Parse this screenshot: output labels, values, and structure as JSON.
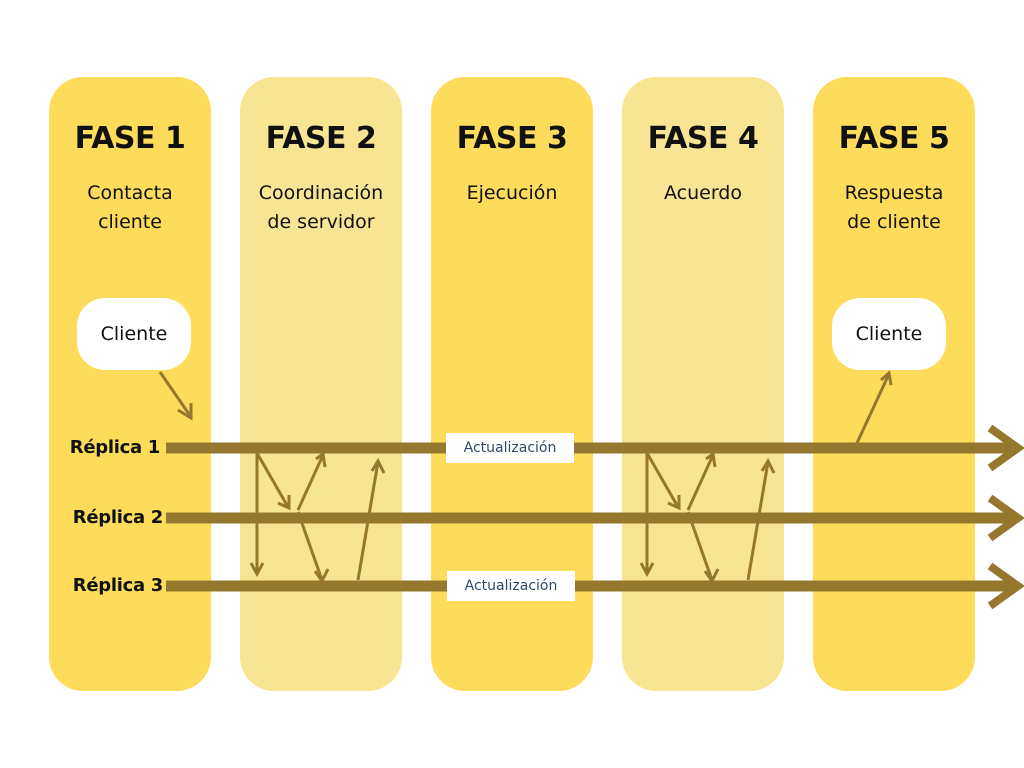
{
  "phases": [
    {
      "title": "FASE 1",
      "description": "Contacta\ncliente"
    },
    {
      "title": "FASE 2",
      "description": "Coordinación\nde servidor"
    },
    {
      "title": "FASE 3",
      "description": "Ejecución"
    },
    {
      "title": "FASE 4",
      "description": "Acuerdo"
    },
    {
      "title": "FASE 5",
      "description": "Respuesta\nde cliente"
    }
  ],
  "clients": [
    "Cliente",
    "Cliente"
  ],
  "replicas": [
    "Réplica 1",
    "Réplica 2",
    "Réplica 3"
  ],
  "updates": [
    "Actualización",
    "Actualización"
  ],
  "colors": {
    "phase_strong": "#fddc5c",
    "phase_light": "#f8e594",
    "arrow": "#95772d"
  }
}
